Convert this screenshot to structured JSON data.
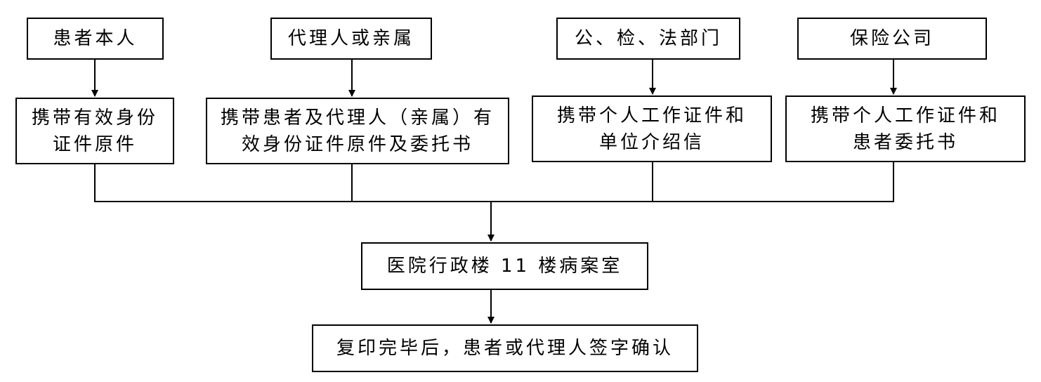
{
  "diagram": {
    "sources": [
      {
        "label": "患者本人",
        "requirement": "携带有效身份\n证件原件"
      },
      {
        "label": "代理人或亲属",
        "requirement": "携带患者及代理人（亲属）有\n效身份证件原件及委托书"
      },
      {
        "label": "公、检、法部门",
        "requirement": "携带个人工作证件和\n单位介绍信"
      },
      {
        "label": "保险公司",
        "requirement": "携带个人工作证件和\n患者委托书"
      }
    ],
    "location": "医院行政楼 11 楼病案室",
    "final_step": "复印完毕后，患者或代理人签字确认",
    "line_color": "#000000"
  }
}
